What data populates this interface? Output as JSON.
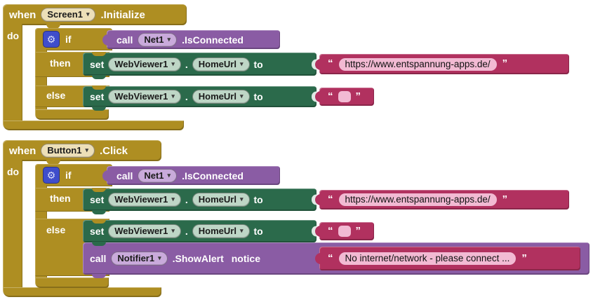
{
  "labels": {
    "when": "when",
    "do": "do",
    "if": "if",
    "then": "then",
    "else": "else",
    "set": "set",
    "call": "call",
    "to": "to",
    "notice": "notice",
    "dot": "."
  },
  "icons": {
    "gear": "⚙",
    "dropdown": "▾",
    "quote_open": "“",
    "quote_close": "”"
  },
  "block1": {
    "component": "Screen1",
    "event": ".Initialize"
  },
  "block2": {
    "component": "Button1",
    "event": ".Click"
  },
  "net": {
    "component": "Net1",
    "method": ".IsConnected"
  },
  "webviewer": {
    "component": "WebViewer1",
    "property": "HomeUrl"
  },
  "notifier": {
    "component": "Notifier1",
    "method": ".ShowAlert"
  },
  "values": {
    "home_url": "https://www.entspannung-apps.de/",
    "empty_text": "",
    "alert_message": "No internet/network - please connect ..."
  },
  "colors": {
    "gold": "#ae8e22",
    "purple": "#8a5ca4",
    "green": "#2b6a4b",
    "crimson": "#b1315f",
    "gearblue": "#3f4dcb",
    "pill_tan": "#ecdfb8",
    "pill_lavender": "#c9aadb",
    "pill_sage": "#bed6c6",
    "pill_pink": "#f2bad3"
  }
}
